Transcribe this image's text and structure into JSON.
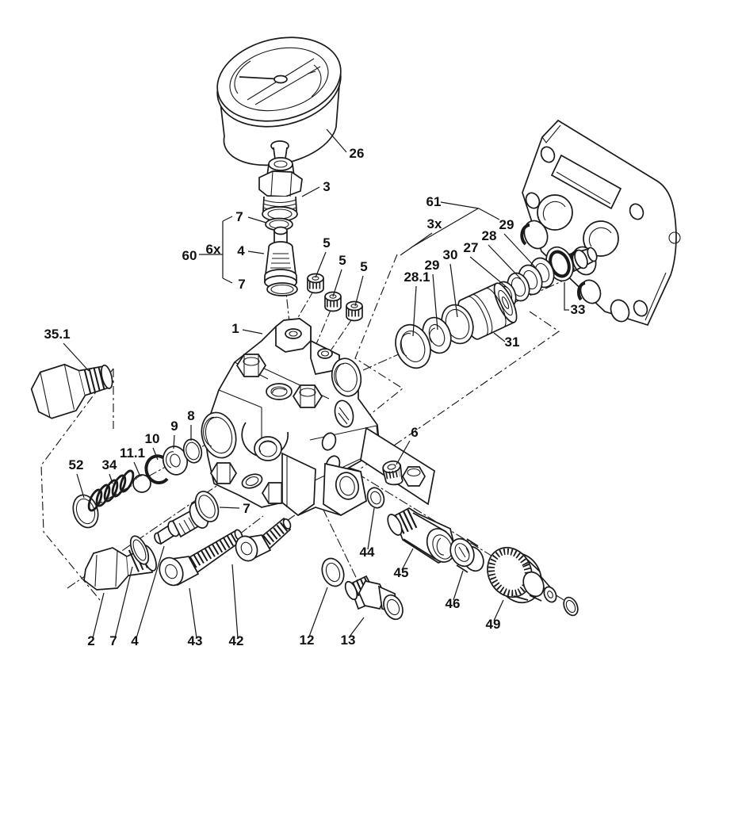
{
  "diagram": {
    "kind": "exploded-parts-diagram",
    "subject": "high-pressure pump valve head assembly",
    "background_color": "#ffffff",
    "line_color": "#1a1a1a"
  },
  "labels": [
    {
      "text": "26"
    },
    {
      "text": "3"
    },
    {
      "text": "7"
    },
    {
      "text": "60"
    },
    {
      "text": "6x"
    },
    {
      "text": "4"
    },
    {
      "text": "7"
    },
    {
      "text": "5"
    },
    {
      "text": "5"
    },
    {
      "text": "5"
    },
    {
      "text": "1"
    },
    {
      "text": "61"
    },
    {
      "text": "3x"
    },
    {
      "text": "29"
    },
    {
      "text": "28"
    },
    {
      "text": "27"
    },
    {
      "text": "30"
    },
    {
      "text": "29"
    },
    {
      "text": "28.1"
    },
    {
      "text": "33"
    },
    {
      "text": "31"
    },
    {
      "text": "35.1"
    },
    {
      "text": "52"
    },
    {
      "text": "34"
    },
    {
      "text": "11.1"
    },
    {
      "text": "10"
    },
    {
      "text": "9"
    },
    {
      "text": "8"
    },
    {
      "text": "6"
    },
    {
      "text": "7"
    },
    {
      "text": "44"
    },
    {
      "text": "45"
    },
    {
      "text": "46"
    },
    {
      "text": "49"
    },
    {
      "text": "12"
    },
    {
      "text": "13"
    },
    {
      "text": "2"
    },
    {
      "text": "7"
    },
    {
      "text": "4"
    },
    {
      "text": "43"
    },
    {
      "text": "42"
    }
  ]
}
